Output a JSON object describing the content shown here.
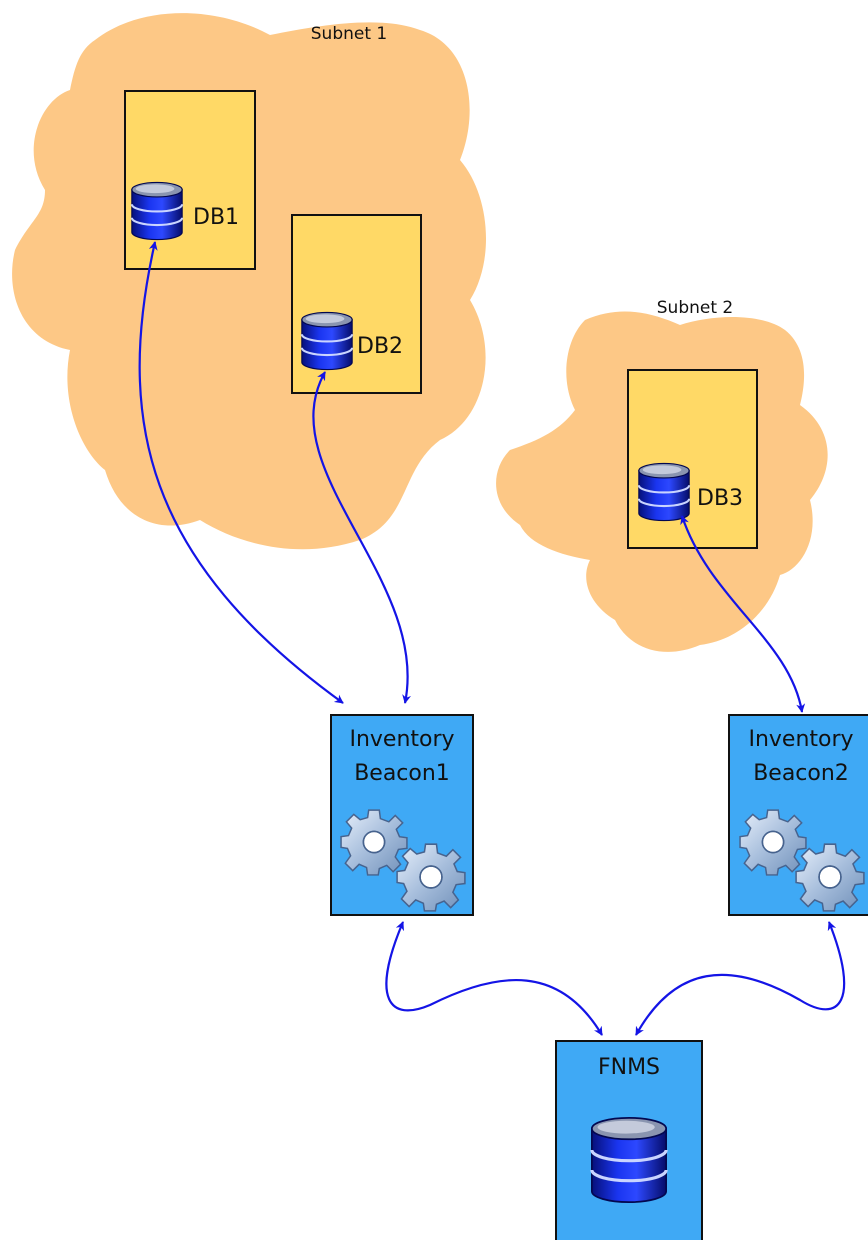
{
  "subnets": [
    {
      "id": "subnet1",
      "label": "Subnet 1"
    },
    {
      "id": "subnet2",
      "label": "Subnet 2"
    }
  ],
  "databases": [
    {
      "id": "db1",
      "label": "DB1"
    },
    {
      "id": "db2",
      "label": "DB2"
    },
    {
      "id": "db3",
      "label": "DB3"
    }
  ],
  "beacons": [
    {
      "id": "beacon1",
      "line1": "Inventory",
      "line2": "Beacon1"
    },
    {
      "id": "beacon2",
      "line1": "Inventory",
      "line2": "Beacon2"
    }
  ],
  "fnms": {
    "label": "FNMS"
  },
  "colors": {
    "cloud": "#fdc886",
    "server_fill": "#ffd966",
    "node_fill": "#3fa9f5",
    "arrow": "#1414e6",
    "database_icon": "#0a1ecc",
    "gear_icon": "#8fa9c9"
  },
  "icons": {
    "database": "database-icon",
    "gears": "gears-icon"
  }
}
